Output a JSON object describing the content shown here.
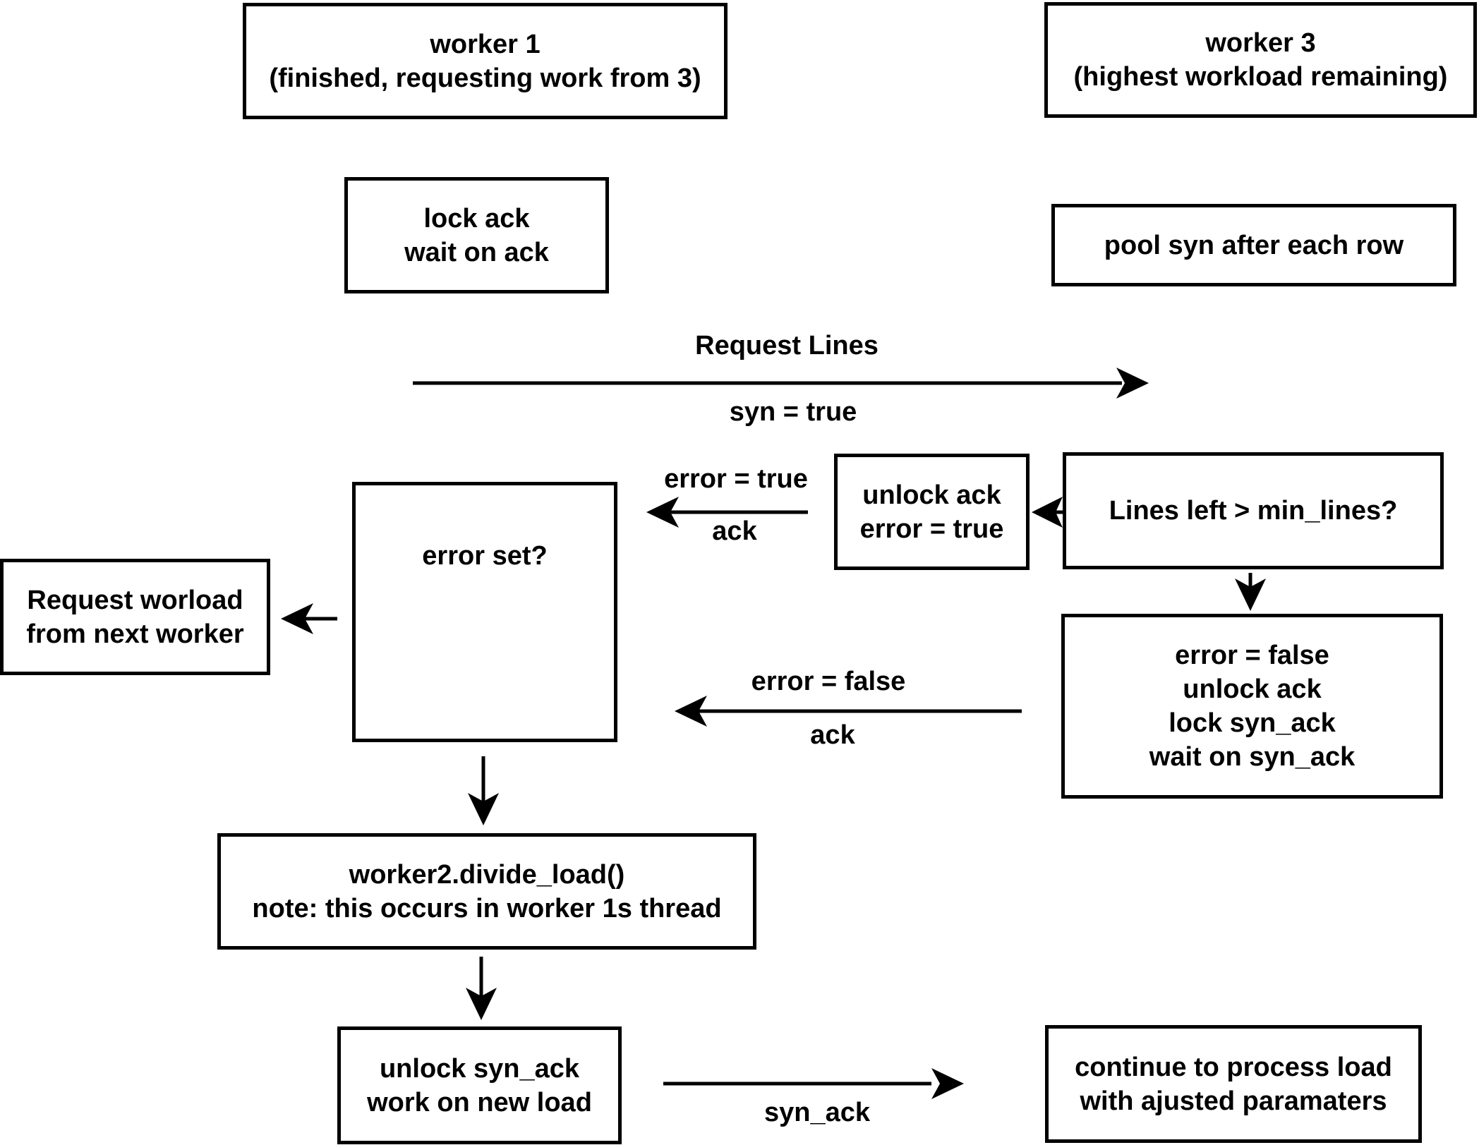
{
  "diagram": {
    "nodes": {
      "worker1": "worker 1\n(finished, requesting work from 3)",
      "worker3": "worker 3\n(highest workload remaining)",
      "lock_ack": "lock ack\nwait on ack",
      "pool_syn": "pool syn after each row",
      "unlock_ack_error": "unlock ack\nerror = true",
      "lines_left": "Lines left > min_lines?",
      "error_set": "error set?",
      "request_next": "Request worload\nfrom next worker",
      "error_false_block": "error = false\nunlock ack\nlock syn_ack\nwait on syn_ack",
      "divide_load": "worker2.divide_load()\nnote: this occurs in worker 1s thread",
      "unlock_syn_ack": "unlock syn_ack\nwork on new load",
      "continue_process": "continue to process load\nwith ajusted paramaters"
    },
    "edge_labels": {
      "request_lines": "Request Lines",
      "syn_true": "syn = true",
      "error_true": "error = true",
      "ack_top": "ack",
      "error_false": "error = false",
      "ack_bottom": "ack",
      "syn_ack": "syn_ack"
    }
  }
}
